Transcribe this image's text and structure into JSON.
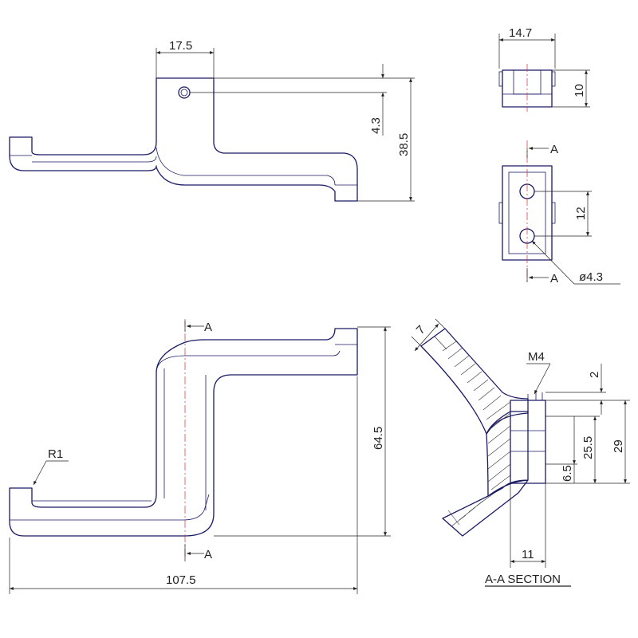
{
  "colors": {
    "outline": "#1a1a66",
    "centerline": "#d03030",
    "dimension": "#222222"
  },
  "dimensions": {
    "side_width": "17.5",
    "side_hole_offset": "4.3",
    "side_height": "38.5",
    "top_width": "14.7",
    "top_height": "10",
    "hole_spacing": "12",
    "hole_diameter": "ø4.3",
    "main_height": "64.5",
    "main_length": "107.5",
    "fillet_radius": "R1",
    "section_angle_width": "7",
    "thread": "M4",
    "section_top_offset": "2",
    "section_total_height": "29",
    "section_hole_upper": "25.5",
    "section_hole_lower": "6.5",
    "section_width": "11"
  },
  "section_marks": {
    "label": "A"
  },
  "section_title": "A-A SECTION"
}
